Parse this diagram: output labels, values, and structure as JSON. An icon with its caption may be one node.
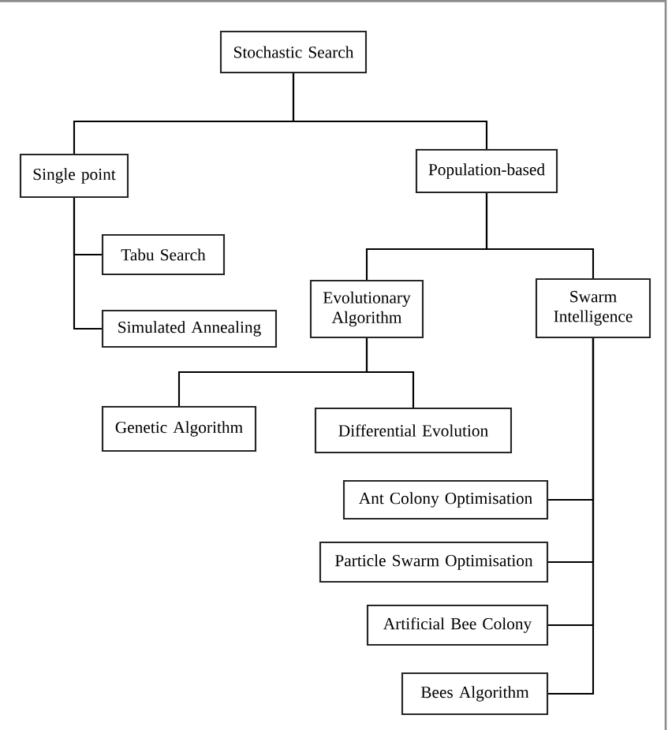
{
  "diagram": {
    "nodes": [
      {
        "text": [
          "Stochastic Search"
        ]
      },
      {
        "text": [
          "Single point"
        ]
      },
      {
        "text": [
          "Tabu Search"
        ]
      },
      {
        "text": [
          "Simulated Annealing"
        ]
      },
      {
        "text": [
          "Population-based"
        ]
      },
      {
        "text": [
          "Evolutionary Algorithm"
        ]
      },
      {
        "text": [
          "Swarm Intelligence"
        ]
      },
      {
        "text": [
          "Genetic Algorithm"
        ]
      },
      {
        "text": [
          "Differential Evolution"
        ]
      },
      {
        "text": [
          "Ant Colony Optimisation"
        ]
      },
      {
        "text": [
          "Particle Swarm Optimisation"
        ]
      },
      {
        "text": [
          "Artificial Bee Colony"
        ]
      },
      {
        "text": [
          "Bees Algorithm"
        ]
      }
    ],
    "edges": [
      {
        "from": 0,
        "to": 1,
        "arrow": "none"
      },
      {
        "from": 0,
        "to": 4,
        "arrow": "none"
      },
      {
        "from": 1,
        "to": 2,
        "arrow": "none"
      },
      {
        "from": 1,
        "to": 3,
        "arrow": "none"
      },
      {
        "from": 4,
        "to": 5,
        "arrow": "none"
      },
      {
        "from": 4,
        "to": 6,
        "arrow": "none"
      },
      {
        "from": 5,
        "to": 7,
        "arrow": "none"
      },
      {
        "from": 5,
        "to": 8,
        "arrow": "none"
      },
      {
        "from": 6,
        "to": 9,
        "arrow": "none"
      },
      {
        "from": 6,
        "to": 10,
        "arrow": "none"
      },
      {
        "from": 6,
        "to": 11,
        "arrow": "none"
      },
      {
        "from": 6,
        "to": 12,
        "arrow": "none"
      }
    ]
  }
}
